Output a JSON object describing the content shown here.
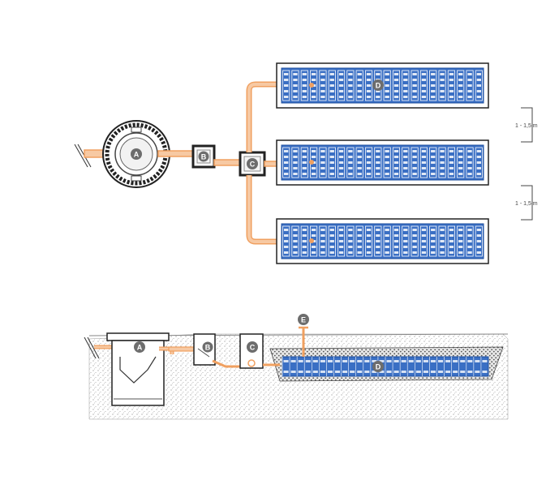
{
  "colors": {
    "pipe": "#f0a060",
    "module": "#3a6fc4",
    "module_dark": "#1f4f9e",
    "module_light": "#ffffff",
    "label_bg": "#6d6d6d",
    "label_text": "#ffffff",
    "line": "#333333",
    "soil_dot": "#8a8a8a",
    "gravel": "#555555"
  },
  "labels": {
    "a": "A",
    "b": "B",
    "c": "C",
    "d": "D",
    "e": "E"
  },
  "dimensions": {
    "spacing_top": "1 - 1,5 m",
    "spacing_bottom": "1 - 1,5 m"
  },
  "icons": {
    "septic_tank": "septic-tank-icon",
    "inspection_box": "inspection-box-icon",
    "distribution_box": "distribution-box-icon",
    "infiltration_module": "infiltration-module-icon",
    "vent_pipe": "vent-pipe-icon"
  }
}
